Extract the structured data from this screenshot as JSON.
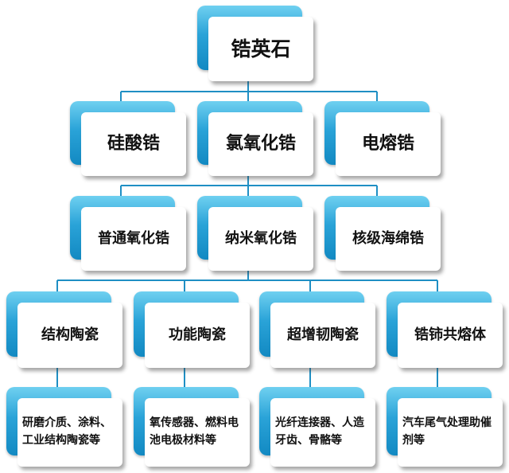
{
  "root": {
    "label": "锆英石"
  },
  "level1": [
    {
      "label": "硅酸锆"
    },
    {
      "label": "氯氧化锆"
    },
    {
      "label": "电熔锆"
    }
  ],
  "level2": [
    {
      "label": "普通氧化锆"
    },
    {
      "label": "纳米氧化锆"
    },
    {
      "label": "核级海绵锆"
    }
  ],
  "level3": [
    {
      "label": "结构陶瓷"
    },
    {
      "label": "功能陶瓷"
    },
    {
      "label": "超增韧陶瓷"
    },
    {
      "label": "锆铈共熔体"
    }
  ],
  "level4": [
    {
      "label": "研磨介质、涂料、工业结构陶瓷等"
    },
    {
      "label": "氧传感器、燃料电池电极材料等"
    },
    {
      "label": "光纤连接器、人造牙齿、骨骼等"
    },
    {
      "label": "汽车尾气处理助催剂等"
    }
  ],
  "colors": {
    "accent": "#1f9bd3",
    "accent_light": "#6fd0f0",
    "connector": "#1f8fc4",
    "text": "#111111"
  }
}
